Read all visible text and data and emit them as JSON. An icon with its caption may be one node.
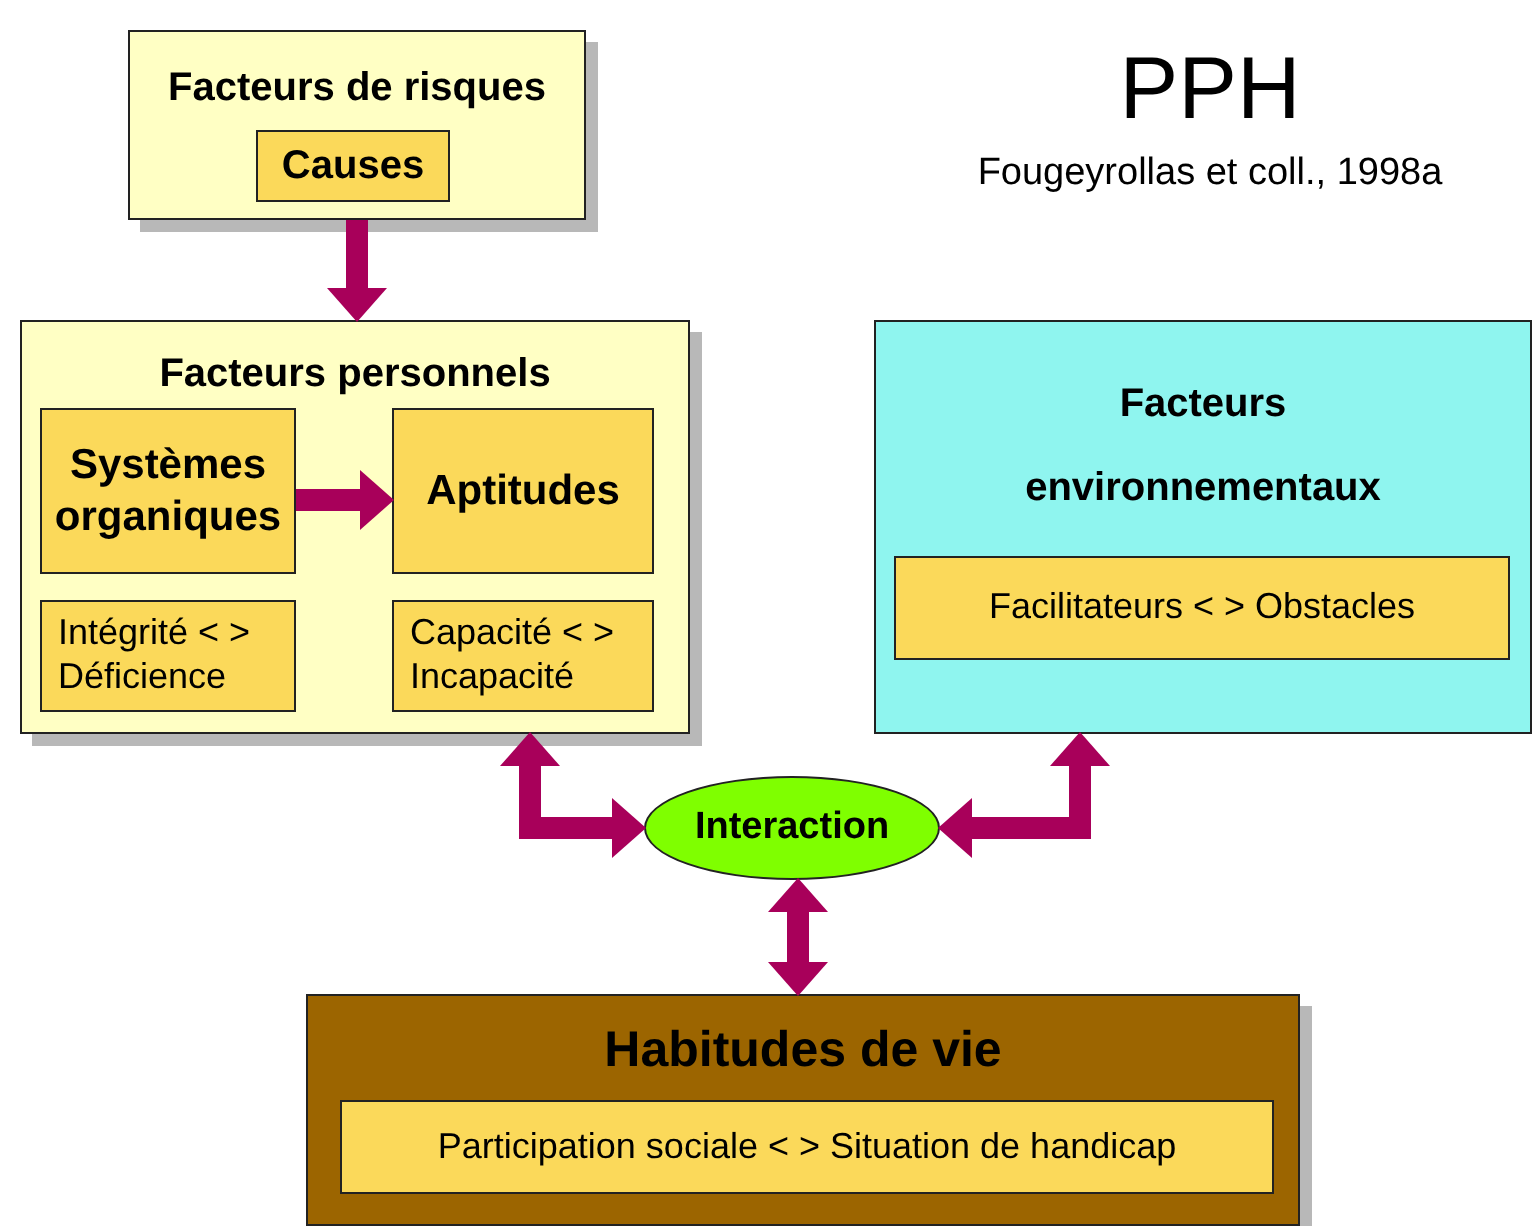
{
  "diagram": {
    "title": "PPH",
    "nodes": [
      {
        "text": [
          "Facteurs de risques"
        ]
      },
      {
        "text": [
          "Causes"
        ],
        "in": 0
      },
      {
        "text": [
          "Facteurs personnels"
        ]
      },
      {
        "text": [
          "Systèmes organiques"
        ],
        "in": 2
      },
      {
        "text": [
          "Aptitudes"
        ],
        "in": 2
      },
      {
        "text": [
          "Intégrité < > Déficience"
        ],
        "in": 2
      },
      {
        "text": [
          "Capacité < > Incapacité"
        ],
        "in": 2
      },
      {
        "text": [
          "Facteurs environnementaux"
        ]
      },
      {
        "text": [
          "Facilitateurs < > Obstacles"
        ],
        "in": 7
      },
      {
        "text": [
          "Interaction"
        ]
      },
      {
        "text": [
          "Habitudes de vie"
        ]
      },
      {
        "text": [
          "Participation sociale < > Situation de handicap"
        ],
        "in": 10
      }
    ],
    "edges": [
      {
        "from": 0,
        "to": 2,
        "arrow": "to"
      },
      {
        "from": 3,
        "to": 4,
        "arrow": "to"
      },
      {
        "from": 2,
        "to": 9,
        "arrow": "both"
      },
      {
        "from": 7,
        "to": 9,
        "arrow": "both"
      },
      {
        "from": 9,
        "to": 10,
        "arrow": "both"
      }
    ],
    "labels": [
      "Fougeyrollas et coll., 1998a"
    ]
  }
}
